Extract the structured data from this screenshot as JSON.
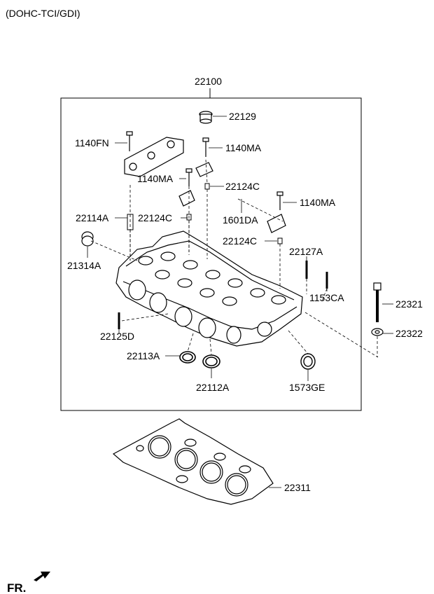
{
  "header": {
    "variant": "(DOHC-TCI/GDI)"
  },
  "assembly": {
    "number": "22100"
  },
  "parts": [
    {
      "id": "p22129",
      "text": "22129"
    },
    {
      "id": "p1140FN",
      "text": "1140FN"
    },
    {
      "id": "p1140MA_a",
      "text": "1140MA"
    },
    {
      "id": "p1140MA_b",
      "text": "1140MA"
    },
    {
      "id": "p22124C_a",
      "text": "22124C"
    },
    {
      "id": "p1140MA_c",
      "text": "1140MA"
    },
    {
      "id": "p22114A",
      "text": "22114A"
    },
    {
      "id": "p22124C_b",
      "text": "22124C"
    },
    {
      "id": "p1601DA",
      "text": "1601DA"
    },
    {
      "id": "p22124C_c",
      "text": "22124C"
    },
    {
      "id": "p21314A",
      "text": "21314A"
    },
    {
      "id": "p22127A",
      "text": "22127A"
    },
    {
      "id": "p1153CA",
      "text": "1153CA"
    },
    {
      "id": "p22321",
      "text": "22321"
    },
    {
      "id": "p22125D",
      "text": "22125D"
    },
    {
      "id": "p22322",
      "text": "22322"
    },
    {
      "id": "p22113A",
      "text": "22113A"
    },
    {
      "id": "p22112A",
      "text": "22112A"
    },
    {
      "id": "p1573GE",
      "text": "1573GE"
    },
    {
      "id": "p22311",
      "text": "22311"
    }
  ],
  "footer": {
    "direction": "FR."
  },
  "colors": {
    "line": "#000000",
    "background": "#ffffff"
  },
  "icons": [
    "front-arrow-icon"
  ]
}
